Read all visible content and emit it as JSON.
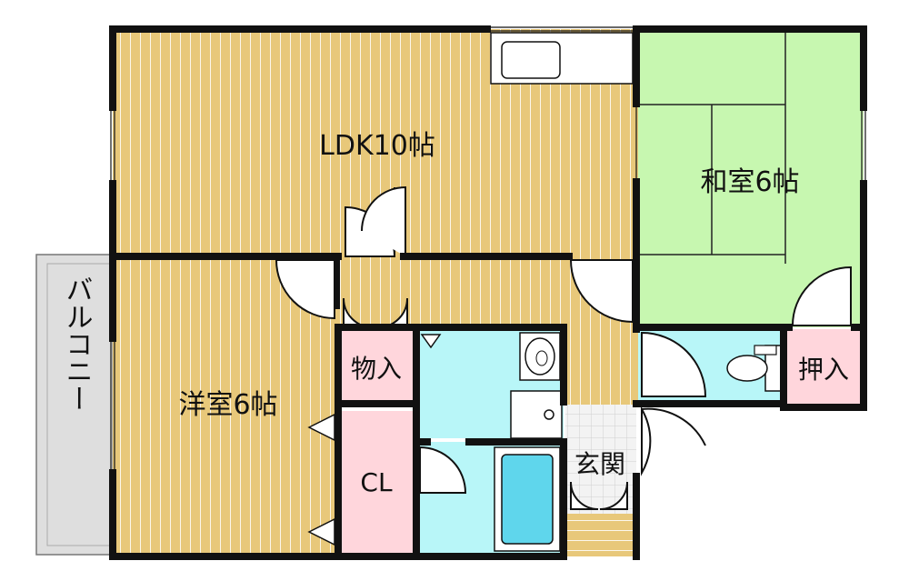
{
  "rooms": {
    "ldk": "LDK10帖",
    "washitsu": "和室6帖",
    "youshitsu": "洋室6帖",
    "monoire": "物入",
    "oshiire": "押入",
    "closet": "CL",
    "genkan": "玄関",
    "balcony": "バルコニー"
  },
  "colors": {
    "wood": "#e8c87a",
    "wood_stripe": "#ffffff",
    "tatami": "#c7f7b0",
    "storage": "#ffd6dc",
    "water": "#b8f6f8",
    "balcony": "#dedede",
    "wall": "#111111"
  }
}
